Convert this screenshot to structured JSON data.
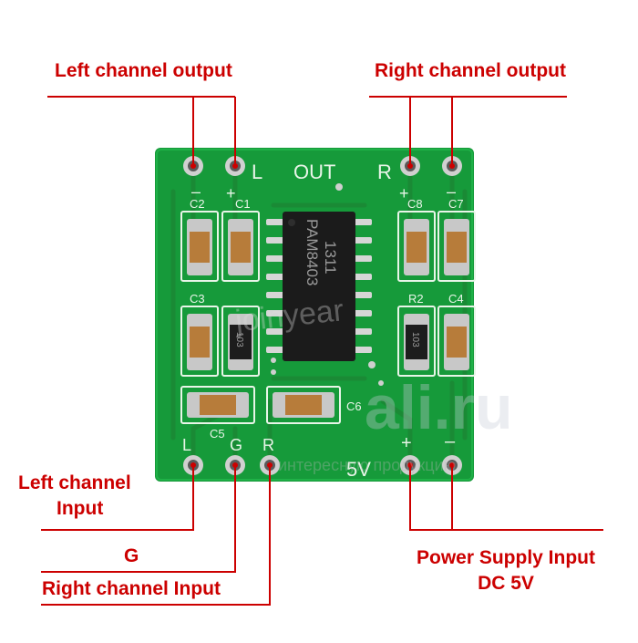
{
  "callouts": {
    "left_output": "Left channel output",
    "right_output": "Right channel output",
    "left_input_line1": "Left channel",
    "left_input_line2": "Input",
    "ground": "G",
    "right_input": "Right channel Input",
    "power_line1": "Power Supply Input",
    "power_line2": "DC 5V"
  },
  "silkscreen": {
    "out_left": "L",
    "out": "OUT",
    "out_right": "R",
    "plus": "+",
    "minus": "–",
    "c1": "C1",
    "c2": "C2",
    "c3": "C3",
    "c4": "C4",
    "c5": "C5",
    "c6": "C6",
    "c7": "C7",
    "c8": "C8",
    "r2": "R2",
    "in_l": "L",
    "in_g": "G",
    "in_r": "R",
    "supply": "5V"
  },
  "chip": {
    "line1": "PAM8403",
    "line2": "1311"
  },
  "resistor_code": "103",
  "watermark": {
    "brand": "joinyear",
    "site": "ali.ru",
    "tagline": "интересную продукцию"
  },
  "colors": {
    "callout": "#cc0000",
    "board": "#169a3a",
    "silkscreen": "#e8f5e8",
    "pad": "#d0d0d0"
  }
}
